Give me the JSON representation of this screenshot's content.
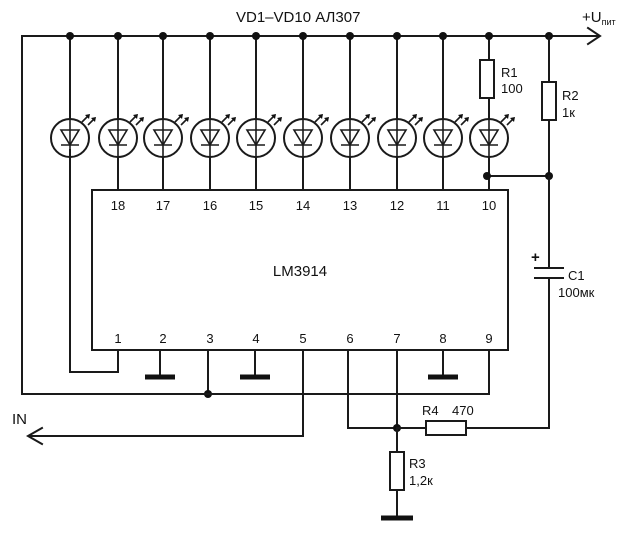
{
  "title": "VD1–VD10  АЛ307",
  "supply": {
    "label": "+U",
    "subscript": "пит"
  },
  "input_label": "IN",
  "chip": {
    "name": "LM3914",
    "top_pins": [
      "18",
      "17",
      "16",
      "15",
      "14",
      "13",
      "12",
      "11",
      "10"
    ],
    "bottom_pins": [
      "1",
      "2",
      "3",
      "4",
      "5",
      "6",
      "7",
      "8",
      "9"
    ]
  },
  "components": {
    "r1": {
      "name": "R1",
      "value": "100"
    },
    "r2": {
      "name": "R2",
      "value": "1к"
    },
    "r3": {
      "name": "R3",
      "value": "1,2к"
    },
    "r4": {
      "name": "R4",
      "value": "470"
    },
    "c1": {
      "name": "C1",
      "value": "100мк",
      "polarity": "+"
    }
  },
  "led_count": 10
}
